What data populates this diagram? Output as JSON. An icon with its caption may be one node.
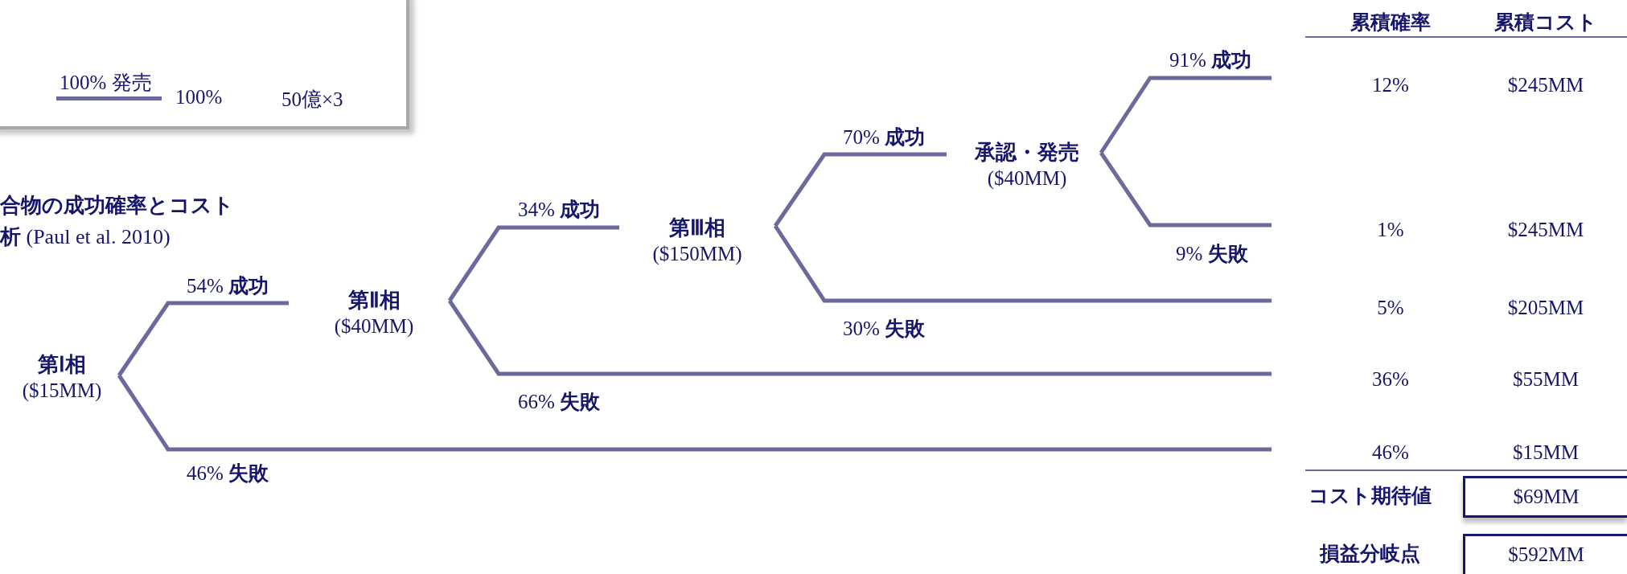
{
  "diagram": {
    "title": "**合物の成功確率とコスト析** (Paul et al. 2010)",
    "nodes": [
      {
        "text": [
          "100% 発売",
          "100%",
          "50億×3"
        ]
      },
      {
        "text": [
          "第Ⅰ相",
          "($15MM)"
        ]
      },
      {
        "text": [
          "第Ⅱ相",
          "($40MM)"
        ]
      },
      {
        "text": [
          "第Ⅲ相",
          "($150MM)"
        ]
      },
      {
        "text": [
          "承認・発売",
          "($40MM)"
        ]
      },
      {
        "text": [
          "$69MM"
        ],
        "beside": [
          "コスト期待値"
        ]
      },
      {
        "text": [
          "$592MM"
        ],
        "beside": [
          "損益分岐点"
        ]
      }
    ],
    "edges": [
      {
        "from": 1,
        "to": 2,
        "arrow": "none",
        "label": "54% **成功**"
      },
      {
        "from": 1,
        "to": null,
        "arrow": "none",
        "label": "46% **失敗**"
      },
      {
        "from": 2,
        "to": 3,
        "arrow": "none",
        "label": "34% **成功**"
      },
      {
        "from": 2,
        "to": null,
        "arrow": "none",
        "label": "66% **失敗**"
      },
      {
        "from": 3,
        "to": 4,
        "arrow": "none",
        "label": "70% **成功**"
      },
      {
        "from": 3,
        "to": null,
        "arrow": "none",
        "label": "30% **失敗**"
      },
      {
        "from": 4,
        "to": null,
        "arrow": "none",
        "label": "91% **成功**"
      },
      {
        "from": 4,
        "to": null,
        "arrow": "none",
        "label": "9% **失敗**"
      }
    ],
    "labels": [
      "累積確率",
      "累積コスト",
      "12%",
      "$245MM",
      "1%",
      "$245MM",
      "5%",
      "$205MM",
      "36%",
      "$55MM",
      "46%",
      "$15MM"
    ]
  }
}
